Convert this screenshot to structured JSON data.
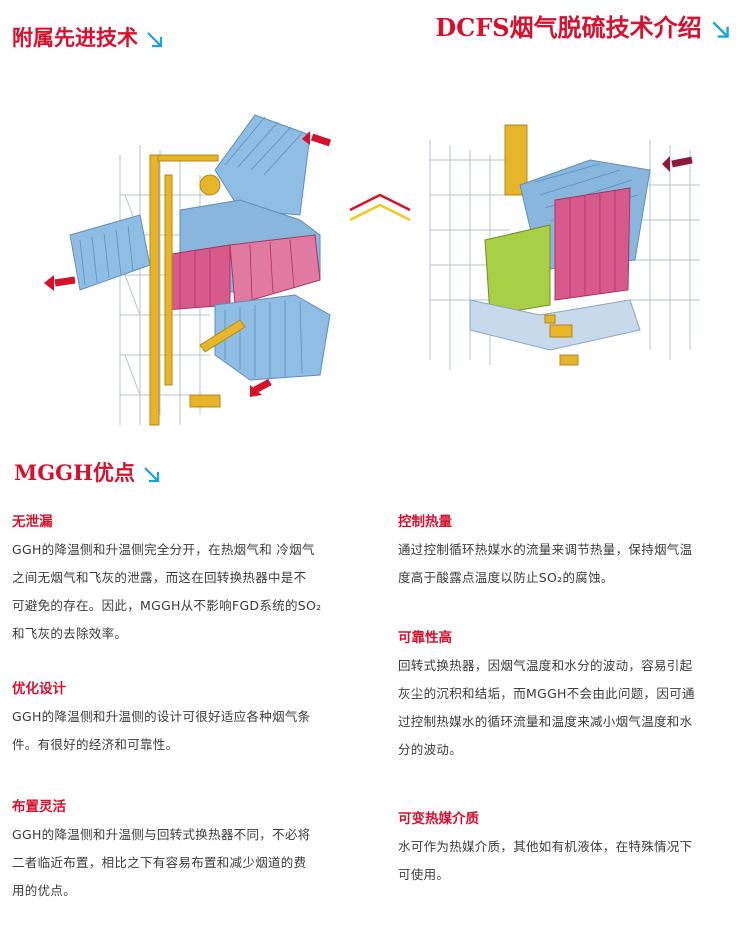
{
  "headers": {
    "left": "附属先进技术",
    "right": "DCFS烟气脱硫技术介绍",
    "mggh": "MGGH优点"
  },
  "icons": {
    "header_arrow": "arrow-down-right-icon",
    "flow_arrow": "red-flow-arrow-icon",
    "divider": "chevron-divider-icon"
  },
  "colors": {
    "accent_red": "#d7102e",
    "arrow_blue": "#1aa3e0",
    "duct_blue": "#7fb0da",
    "exchanger_pink": "#d65a8c",
    "tower_yellow": "#e6b52a",
    "panel_green": "#a8cf46",
    "chevron_yellow": "#f3c81c"
  },
  "sections": [
    {
      "title": "无泄漏",
      "lines": [
        "GGH的降温侧和升温侧完全分开，在热烟气和 冷烟气",
        "之间无烟气和飞灰的泄露，而这在回转换热器中是不",
        "可避免的存在。因此，MGGH从不影响FGD系统的SO₂",
        "和飞灰的去除效率。"
      ]
    },
    {
      "title": "优化设计",
      "lines": [
        "GGH的降温侧和升温侧的设计可很好适应各种烟气条",
        "件。有很好的经济和可靠性。"
      ]
    },
    {
      "title": "布置灵活",
      "lines": [
        "GGH的降温侧和升温侧与回转式换热器不同，不必将",
        "二者临近布置，相比之下有容易布置和减少烟道的费",
        "用的优点。"
      ]
    },
    {
      "title": "控制热量",
      "lines": [
        "通过控制循环热媒水的流量来调节热量，保持烟气温",
        "度高于酸露点温度以防止SO₂的腐蚀。"
      ]
    },
    {
      "title": "可靠性高",
      "lines": [
        "回转式换热器，因烟气温度和水分的波动，容易引起",
        "灰尘的沉积和结垢，而MGGH不会由此问题，因可通",
        "过控制热媒水的循环流量和温度来减小烟气温度和水",
        "分的波动。"
      ]
    },
    {
      "title": "可变热媒介质",
      "lines": [
        "水可作为热媒介质，其他如有机液体，在特殊情况下",
        "可使用。"
      ]
    }
  ]
}
